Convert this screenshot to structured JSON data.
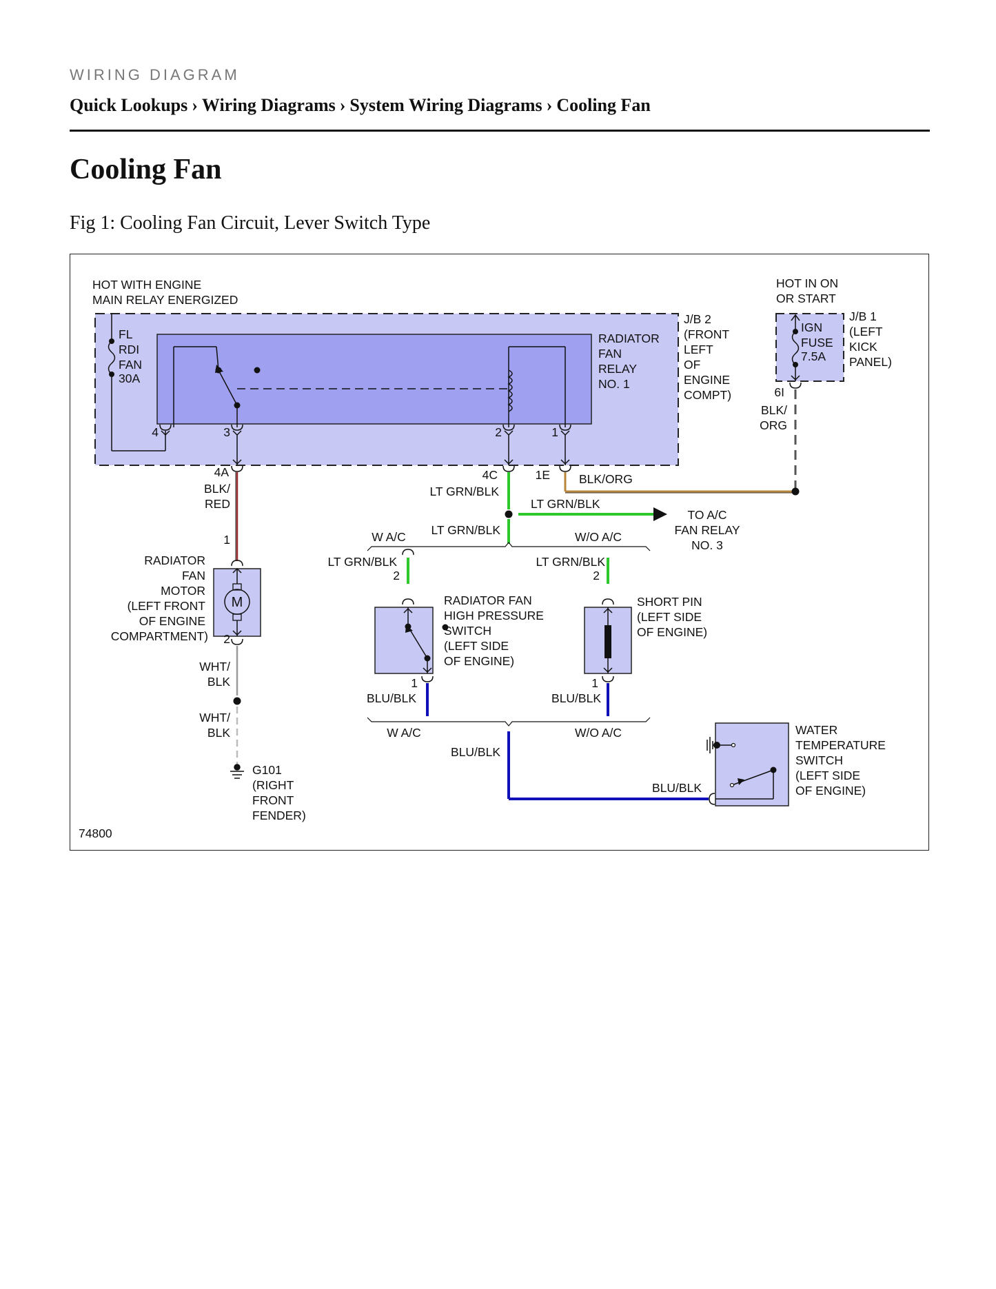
{
  "header": {
    "eyebrow": "WIRING DIAGRAM",
    "breadcrumbs": [
      "Quick Lookups",
      "Wiring Diagrams",
      "System Wiring Diagrams",
      "Cooling Fan"
    ],
    "separator": "›"
  },
  "page_title": "Cooling Fan",
  "figure_caption": "Fig 1: Cooling Fan Circuit, Lever Switch Type",
  "diagram": {
    "figure_id": "74800",
    "colors": {
      "module_fill": "#c8c8f5",
      "relay_fill": "#a0a0f0",
      "wire_blk_red": "#9a2f2f",
      "wire_lt_grn_blk": "#2ec82e",
      "wire_blk_org": "#b8863a",
      "wire_blu_blk": "#1010b8",
      "wire_wht_blk": "#999999"
    },
    "labels": {
      "hot_engine_1": "HOT WITH ENGINE",
      "hot_engine_2": "MAIN RELAY ENERGIZED",
      "hot_on_1": "HOT IN ON",
      "hot_on_2": "OR START",
      "fl_1": "FL",
      "fl_2": "RDI",
      "fl_3": "FAN",
      "fl_4": "30A",
      "relay_1": "RADIATOR",
      "relay_2": "FAN",
      "relay_3": "RELAY",
      "relay_4": "NO. 1",
      "jb2_1": "J/B 2",
      "jb2_2": "(FRONT",
      "jb2_3": "LEFT",
      "jb2_4": "OF",
      "jb2_5": "ENGINE",
      "jb2_6": "COMPT)",
      "ign_1": "IGN",
      "ign_2": "FUSE",
      "ign_3": "7.5A",
      "jb1_1": "J/B 1",
      "jb1_2": "(LEFT",
      "jb1_3": "KICK",
      "jb1_4": "PANEL)",
      "pin_4": "4",
      "pin_3": "3",
      "pin_2": "2",
      "pin_1": "1",
      "pin_6i": "6I",
      "blk_org_1": "BLK/",
      "blk_org_2": "ORG",
      "pin_4a": "4A",
      "pin_4c": "4C",
      "pin_1e": "1E",
      "blk_org": "BLK/ORG",
      "blk_red_1": "BLK/",
      "blk_red_2": "RED",
      "ltgrn_4c": "LT GRN/BLK",
      "ltgrn_ac": "LT GRN/BLK",
      "ltgrn_below": "LT GRN/BLK",
      "to_ac_1": "TO A/C",
      "to_ac_2": "FAN RELAY",
      "to_ac_3": "NO. 3",
      "wac_top": "W A/C",
      "woac_top": "W/O A/C",
      "ltgrn_left": "LT GRN/BLK",
      "ltgrn_right": "LT GRN/BLK",
      "motor_pin1": "1",
      "motor_1": "RADIATOR",
      "motor_2": "FAN",
      "motor_3": "MOTOR",
      "motor_4": "(LEFT FRONT",
      "motor_5": "OF ENGINE",
      "motor_6": "COMPARTMENT)",
      "motor_pin2": "2",
      "motor_glyph": "M",
      "hps_pin2": "2",
      "hps_1": "RADIATOR FAN",
      "hps_2": "HIGH PRESSURE",
      "hps_3": "SWITCH",
      "hps_4": "(LEFT SIDE",
      "hps_5": "OF ENGINE)",
      "hps_pin1": "1",
      "sp_pin2": "2",
      "sp_1": "SHORT PIN",
      "sp_2": "(LEFT SIDE",
      "sp_3": "OF ENGINE)",
      "sp_pin1": "1",
      "blublk_left": "BLU/BLK",
      "blublk_right": "BLU/BLK",
      "wac_bottom": "W A/C",
      "woac_bottom": "W/O A/C",
      "blublk_mid": "BLU/BLK",
      "blublk_bottom": "BLU/BLK",
      "wht_blk_1a": "WHT/",
      "wht_blk_1b": "BLK",
      "wht_blk_2a": "WHT/",
      "wht_blk_2b": "BLK",
      "g101_1": "G101",
      "g101_2": "(RIGHT",
      "g101_3": "FRONT",
      "g101_4": "FENDER)",
      "wts_1": "WATER",
      "wts_2": "TEMPERATURE",
      "wts_3": "SWITCH",
      "wts_4": "(LEFT SIDE",
      "wts_5": "OF ENGINE)"
    }
  }
}
